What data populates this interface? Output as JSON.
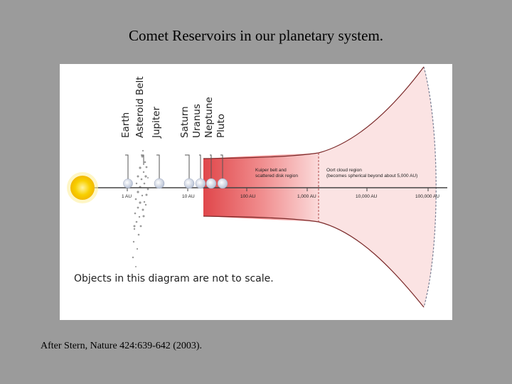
{
  "title": "Comet Reservoirs in our planetary system.",
  "caption": "After Stern, Nature 424:639-642 (2003).",
  "diagram": {
    "planet_labels": [
      "Earth",
      "Asteroid Belt",
      "Jupiter",
      "Saturn",
      "Uranus",
      "Neptune",
      "Pluto"
    ],
    "region_kuiper": [
      "Kuiper belt and",
      "scattered disk region"
    ],
    "region_oort": [
      "Oort cloud region",
      "(becomes spherical beyond about 5,000 AU)"
    ],
    "axis_ticks": [
      "1 AU",
      "10 AU",
      "100 AU",
      "1,000 AU",
      "10,000 AU",
      "100,000 AU"
    ],
    "scale_note": "Objects in this diagram are not to scale.",
    "colors": {
      "sun": "#f5c800",
      "kuiper_fill": "#e0474b",
      "oort_fill": "#fbe3e3",
      "boundary": "#7b2a2a",
      "planet": "#cfd6e3"
    }
  }
}
